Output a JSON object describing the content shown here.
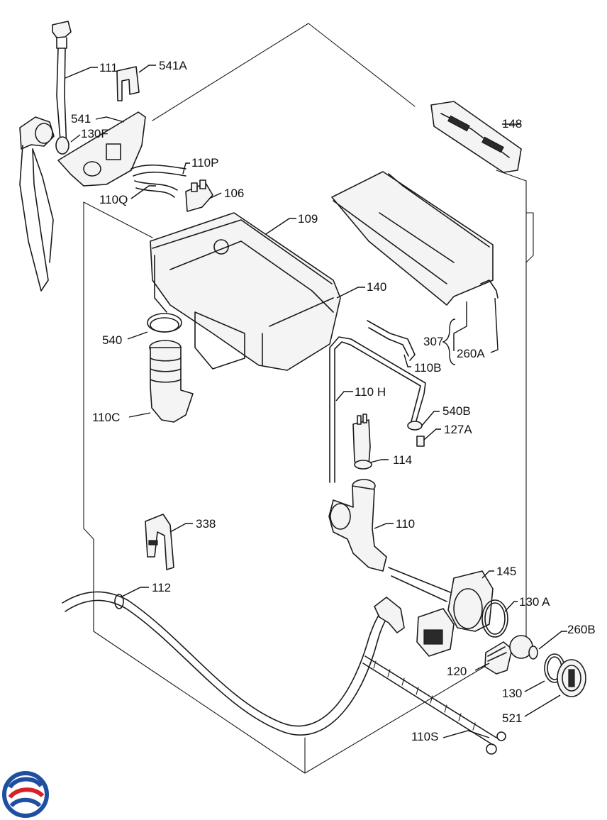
{
  "colors": {
    "line": "#1a1a1a",
    "background": "#ffffff",
    "logo_blue": "#1e4fa0",
    "logo_red": "#d8202a"
  },
  "parts": [
    {
      "id": "111",
      "text": "111"
    },
    {
      "id": "541A",
      "text": "541A"
    },
    {
      "id": "541",
      "text": "541"
    },
    {
      "id": "130F",
      "text": "130F"
    },
    {
      "id": "110P",
      "text": "110P"
    },
    {
      "id": "110Q",
      "text": "110Q"
    },
    {
      "id": "106",
      "text": "106"
    },
    {
      "id": "109",
      "text": "109"
    },
    {
      "id": "148",
      "text": "148"
    },
    {
      "id": "140",
      "text": "140"
    },
    {
      "id": "540",
      "text": "540"
    },
    {
      "id": "307",
      "text": "307"
    },
    {
      "id": "260A",
      "text": "260A"
    },
    {
      "id": "110B",
      "text": "110B"
    },
    {
      "id": "110H",
      "text": "110 H"
    },
    {
      "id": "110C",
      "text": "110C"
    },
    {
      "id": "540B",
      "text": "540B"
    },
    {
      "id": "127A",
      "text": "127A"
    },
    {
      "id": "114",
      "text": "114"
    },
    {
      "id": "110",
      "text": "110"
    },
    {
      "id": "338",
      "text": "338"
    },
    {
      "id": "145",
      "text": "145"
    },
    {
      "id": "112",
      "text": "112"
    },
    {
      "id": "130A",
      "text": "130 A"
    },
    {
      "id": "260B",
      "text": "260B"
    },
    {
      "id": "120",
      "text": "120"
    },
    {
      "id": "130",
      "text": "130"
    },
    {
      "id": "521",
      "text": "521"
    },
    {
      "id": "110S",
      "text": "110S"
    }
  ],
  "logo": {
    "icon": "brand-swirl-logo"
  }
}
